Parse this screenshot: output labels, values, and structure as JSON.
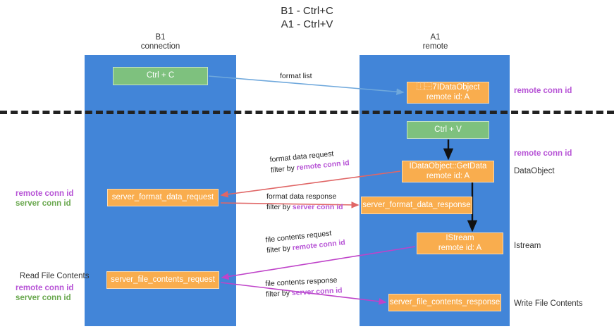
{
  "title": {
    "line1": "B1 - Ctrl+C",
    "line2": "A1 - Ctrl+V"
  },
  "lanes": [
    {
      "id": "b1",
      "name": "B1",
      "subtitle": "connection",
      "color": "#4285d8"
    },
    {
      "id": "a1",
      "name": "A1",
      "subtitle": "remote",
      "color": "#4285d8"
    }
  ],
  "nodes": {
    "ctrl_c": {
      "label": "Ctrl + C",
      "color": "#7ec17e"
    },
    "get_idataobject": {
      "line1": "⿰⿱7IDataObject",
      "line2": "remote id: A",
      "color": "#f9ad4e"
    },
    "ctrl_v": {
      "label": "Ctrl + V",
      "color": "#7ec17e"
    },
    "idataobject_getdata": {
      "line1": "IDataObject::GetData",
      "line2": "remote id: A",
      "color": "#f9ad4e"
    },
    "server_format_data_request": {
      "label": "server_format_data_request",
      "color": "#f9ad4e"
    },
    "server_format_data_response": {
      "label": "server_format_data_response",
      "color": "#f9ad4e"
    },
    "istream": {
      "line1": "IStream",
      "line2": "remote id: A",
      "color": "#f9ad4e"
    },
    "server_file_contents_request": {
      "label": "server_file_contents_request",
      "color": "#f9ad4e"
    },
    "server_file_contents_response": {
      "label": "server_file_contents_response",
      "color": "#f9ad4e"
    }
  },
  "edges": {
    "format_list": {
      "label": "format list",
      "color": "#6fa8dc"
    },
    "format_data_request": {
      "line1": "format data request",
      "line2_prefix": "filter by ",
      "line2_key": "remote conn id",
      "color": "#e06666"
    },
    "format_data_response": {
      "line1": "format data response",
      "line2_prefix": "filter by ",
      "line2_key": "server conn id",
      "color": "#e06666"
    },
    "file_contents_request": {
      "line1": "file contents request",
      "line2_prefix": "filter by ",
      "line2_key": "remote conn id",
      "color": "#c councilA"
    },
    "file_contents_response": {
      "line1": "file contents response",
      "line2_prefix": "filter by ",
      "line2_key": "server conn id",
      "color": "#bf43c9"
    }
  },
  "annotations": {
    "remote_conn_id_top": "remote conn id",
    "remote_conn_id_mid": "remote conn id",
    "dataobject": "DataObject",
    "istream": "Istream",
    "write_file_contents": "Write File Contents",
    "read_file_contents": "Read File Contents",
    "left_remote_conn_id": "remote conn id",
    "left_server_conn_id": "server conn id",
    "bottom_remote_conn_id": "remote conn id",
    "bottom_server_conn_id": "server conn id"
  },
  "colors": {
    "lane": "#4285d8",
    "green_node": "#7ec17e",
    "orange_node": "#f9ad4e",
    "purple_text": "#b754d6",
    "green_text": "#6aa84f",
    "red_arrow": "#e06666",
    "blue_arrow": "#6fa8dc",
    "magenta_arrow": "#bf43c9",
    "black_arrow": "#111111",
    "divider": "#222222"
  }
}
